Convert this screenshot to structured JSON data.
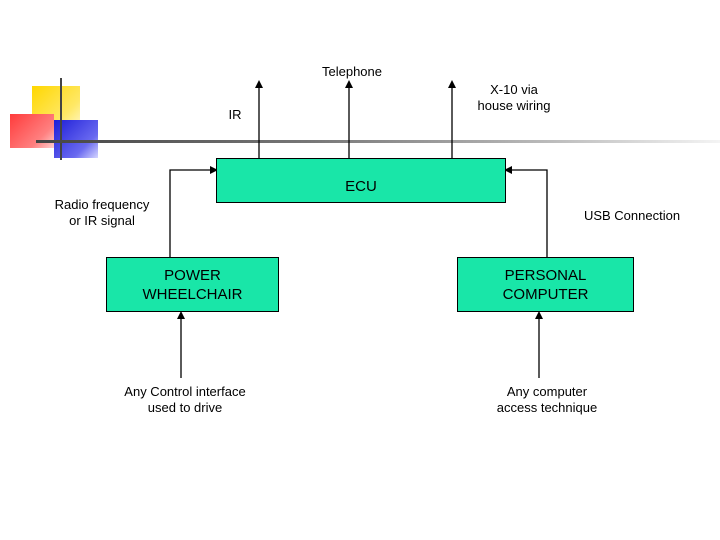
{
  "colors": {
    "box_fill": "#19E6A8",
    "deco_yellow": "#FFD700",
    "deco_red": "#FF5A5A",
    "deco_blue": "#2E2EE6",
    "deco_line": "#444444"
  },
  "nodes": {
    "ecu": {
      "label": "ECU"
    },
    "wheelchair": {
      "line1": "POWER",
      "line2": "WHEELCHAIR"
    },
    "computer": {
      "line1": "PERSONAL",
      "line2": "COMPUTER"
    }
  },
  "labels": {
    "telephone": "Telephone",
    "x10_line1": "X-10 via",
    "x10_line2": "house wiring",
    "ir": "IR",
    "radio_line1": "Radio frequency",
    "radio_line2": "or IR signal",
    "usb": "USB Connection",
    "control_line1": "Any Control interface",
    "control_line2": "used to drive",
    "access_line1": "Any computer",
    "access_line2": "access technique"
  }
}
